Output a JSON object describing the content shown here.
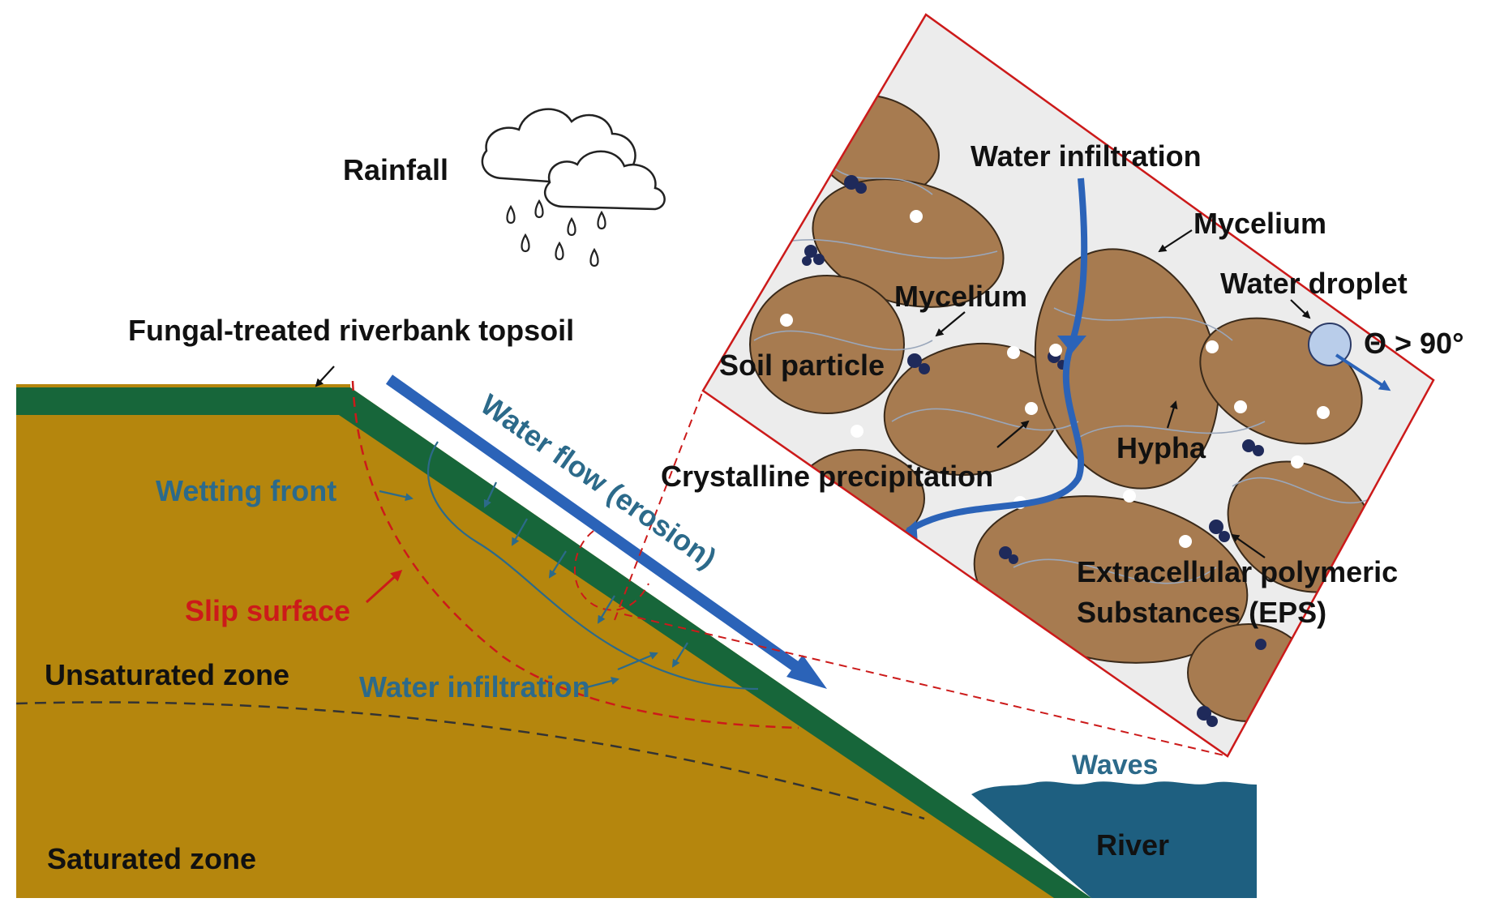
{
  "labels": {
    "rainfall": "Rainfall",
    "fungal_topsoil": "Fungal-treated riverbank topsoil",
    "water_flow": "Water flow (erosion)",
    "wetting_front": "Wetting front",
    "slip_surface": "Slip surface",
    "unsaturated_zone": "Unsaturated zone",
    "water_infiltration_slope": "Water infiltration",
    "saturated_zone": "Saturated zone",
    "waves": "Waves",
    "river": "River",
    "water_infiltration_zoom": "Water infiltration",
    "mycelium_top": "Mycelium",
    "mycelium_inner": "Mycelium",
    "water_droplet": "Water droplet",
    "contact_angle": "Θ > 90°",
    "soil_particle": "Soil particle",
    "hypha": "Hypha",
    "crystalline_precipitation": "Crystalline precipitation",
    "eps_line1": "Extracellular polymeric",
    "eps_line2": "Substances (EPS)"
  },
  "colors": {
    "soil": "#b5860d",
    "topsoil": "#17663a",
    "water_arrow": "#2b63b8",
    "river": "#1e5f80",
    "wetting_front": "#2c6a8a",
    "slip_surface": "#cc1a1a",
    "zoom_frame": "#cc1a1a",
    "particle": "#a77b50",
    "eps": "#1f2a5a"
  }
}
